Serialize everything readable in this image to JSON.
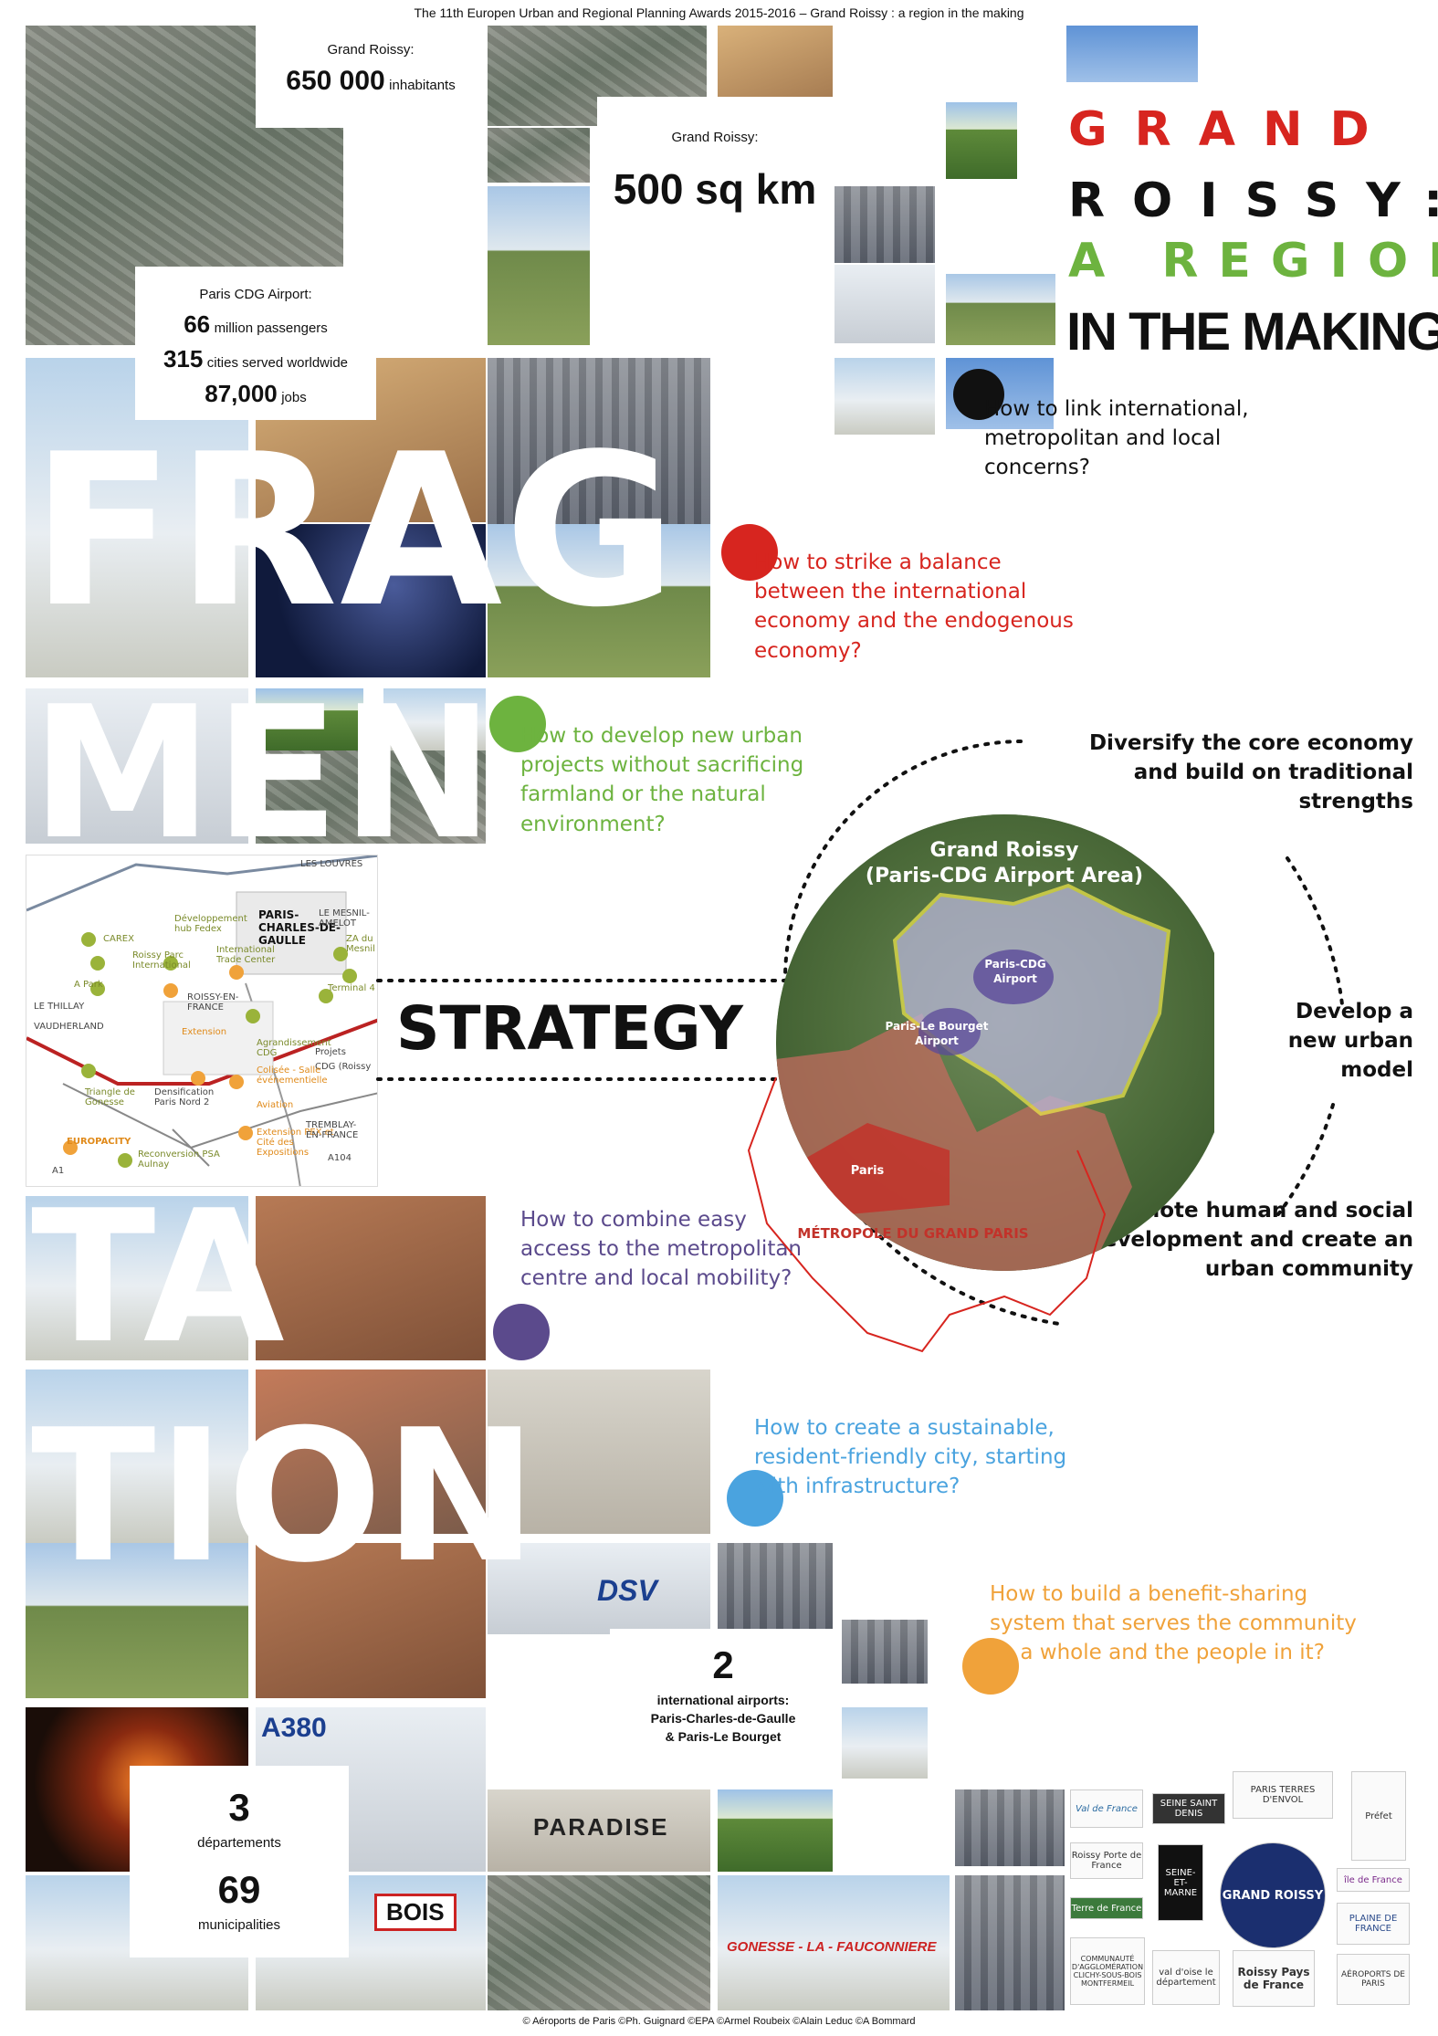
{
  "header": "The 11th Europen Urban and Regional Planning Awards 2015-2016 – Grand Roissy : a region in the making",
  "title": {
    "line1": "GRAND",
    "line2": "ROISSY:",
    "line3": "A REGION",
    "line4": "IN THE MAKING",
    "colors": {
      "line1": "#d7251f",
      "line2": "#111111",
      "line3": "#6db33f",
      "line4": "#111111"
    }
  },
  "stats": {
    "roissy_label": "Grand Roissy:",
    "population_value": "650 000",
    "population_unit": "inhabitants",
    "area_label": "Grand Roissy:",
    "area_value": "500 sq km",
    "cdg_label": "Paris CDG Airport:",
    "passengers_value": "66",
    "passengers_unit": "million passengers",
    "cities_value": "315",
    "cities_unit": "cities served worldwide",
    "jobs_value": "87,000",
    "jobs_unit": "jobs",
    "airports_value": "2",
    "airports_text_1": "international airports:",
    "airports_text_2": "Paris-Charles-de-Gaulle",
    "airports_text_3": "&  Paris-Le Bourget",
    "departements_value": "3",
    "departements_label": "départements",
    "municipalities_value": "69",
    "municipalities_label": "municipalities"
  },
  "big_word": {
    "row1": "FRAG",
    "row2": "MEN",
    "row3": "TA",
    "row4": "TION"
  },
  "questions": [
    {
      "text": "How to link international, metropolitan and local concerns?",
      "color": "#111111"
    },
    {
      "text": "How to strike a balance between the international economy and the endogenous economy?",
      "color": "#d7251f"
    },
    {
      "text": "How to develop new urban projects without sacrificing farmland or the natural environment?",
      "color": "#6db33f"
    },
    {
      "text": "How to combine easy access to the metropolitan centre and local mobility?",
      "color": "#5b4a8c"
    },
    {
      "text": "How to create a sustainable, resident-friendly city, starting with infrastructure?",
      "color": "#4aa3df"
    },
    {
      "text": "How to build a benefit-sharing system that serves the community as a whole and the people in it?",
      "color": "#f0a23a"
    }
  ],
  "strategy": {
    "label": "STRATEGY",
    "goal_1": "Diversify the core economy and build on traditional strengths",
    "goal_2": "Develop a new urban model",
    "goal_3": "Promote human and social development and create an urban community"
  },
  "circle_map": {
    "title_1": "Grand Roissy",
    "title_2": "(Paris-CDG Airport Area)",
    "label_cdg_1": "Paris-CDG",
    "label_cdg_2": "Airport",
    "label_lb_1": "Paris-Le Bourget",
    "label_lb_2": "Airport",
    "label_paris": "Paris",
    "label_metropole": "MÉTROPOLE DU GRAND PARIS"
  },
  "project_map": {
    "labels": [
      "LES LOUVRES",
      "Développement hub Fedex",
      "CAREX",
      "A Park",
      "Roissy Parc International",
      "International Trade Center",
      "PARIS-CHARLES-DE-GAULLE",
      "LE MESNIL-AMELOT",
      "ZA du Mesnil",
      "Terminal 4",
      "LE THILLAY",
      "VAUDHERLAND",
      "ROISSY-EN-FRANCE",
      "Extension",
      "Projets",
      "CDG (Roissy",
      "Densification Paris Nord 2",
      "Triangle de Gonesse",
      "EUROPACITY",
      "Reconversion PSA Aulnay",
      "Agrandissement CDG",
      "Colisée - Salle événementielle",
      "Aviation",
      "Extension PEX et Cité des Expositions",
      "TREMBLAY-EN-FRANCE",
      "A104",
      "A1"
    ]
  },
  "logos": [
    "Val de France",
    "SEINE SAINT DENIS",
    "PARIS TERRES D'ENVOL",
    "Préfet",
    "Roissy Porte de France",
    "SEINE-ET-MARNE",
    "île de France",
    "Terre de France",
    "GRAND ROISSY",
    "PLAINE DE FRANCE",
    "COMMUNAUTÉ D'AGGLOMÉRATION CLICHY-SOUS-BOIS MONTFERMEIL",
    "val d'oise le département",
    "Roissy Pays de France",
    "AÉROPORTS DE PARIS"
  ],
  "photo_texts": {
    "dsv": "DSV",
    "a380": "A380",
    "paradise": "PARADISE",
    "gonesse": "GONESSE - LA - FAUCONNIERE",
    "bois": "BOIS"
  },
  "credit": "© Aéroports de Paris ©Ph. Guignard ©EPA ©Armel Roubeix ©Alain Leduc ©A Bommard"
}
